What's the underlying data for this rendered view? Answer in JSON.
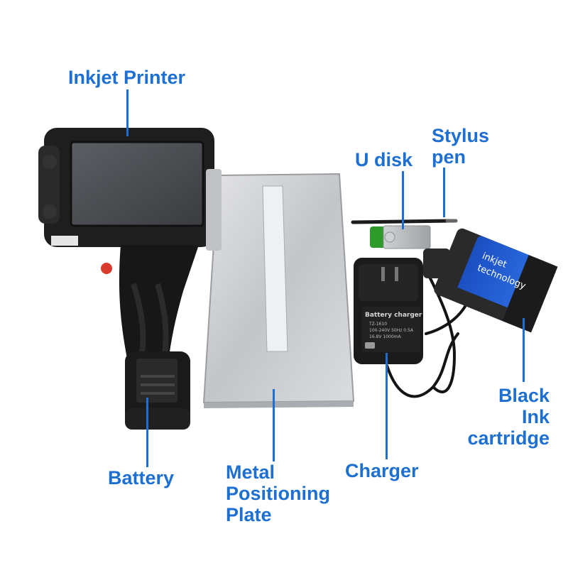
{
  "labels": {
    "inkjet_printer": "Inkjet Printer",
    "stylus_pen": "Stylus\npen",
    "u_disk": "U disk",
    "black_ink_cartridge": "Black\nInk\ncartridge",
    "battery": "Battery",
    "metal_positioning_plate": "Metal\nPositioning\nPlate",
    "charger": "Charger"
  },
  "charger_print": {
    "title": "Battery charger",
    "model": "TZ-1610",
    "input": "100-240V 50Hz 0.5A",
    "output": "16.8V 1000mA"
  },
  "cartridge_print": {
    "line1": "inkjet",
    "line2": "technology"
  },
  "colors": {
    "label_blue": "#1d6fd1",
    "device_black": "#1b1b1b",
    "screen": "#4a4d52",
    "usb_green": "#2e9a2a",
    "cartridge_blue": "#1f5fd6",
    "plate_silver": "#c7c9cc"
  }
}
